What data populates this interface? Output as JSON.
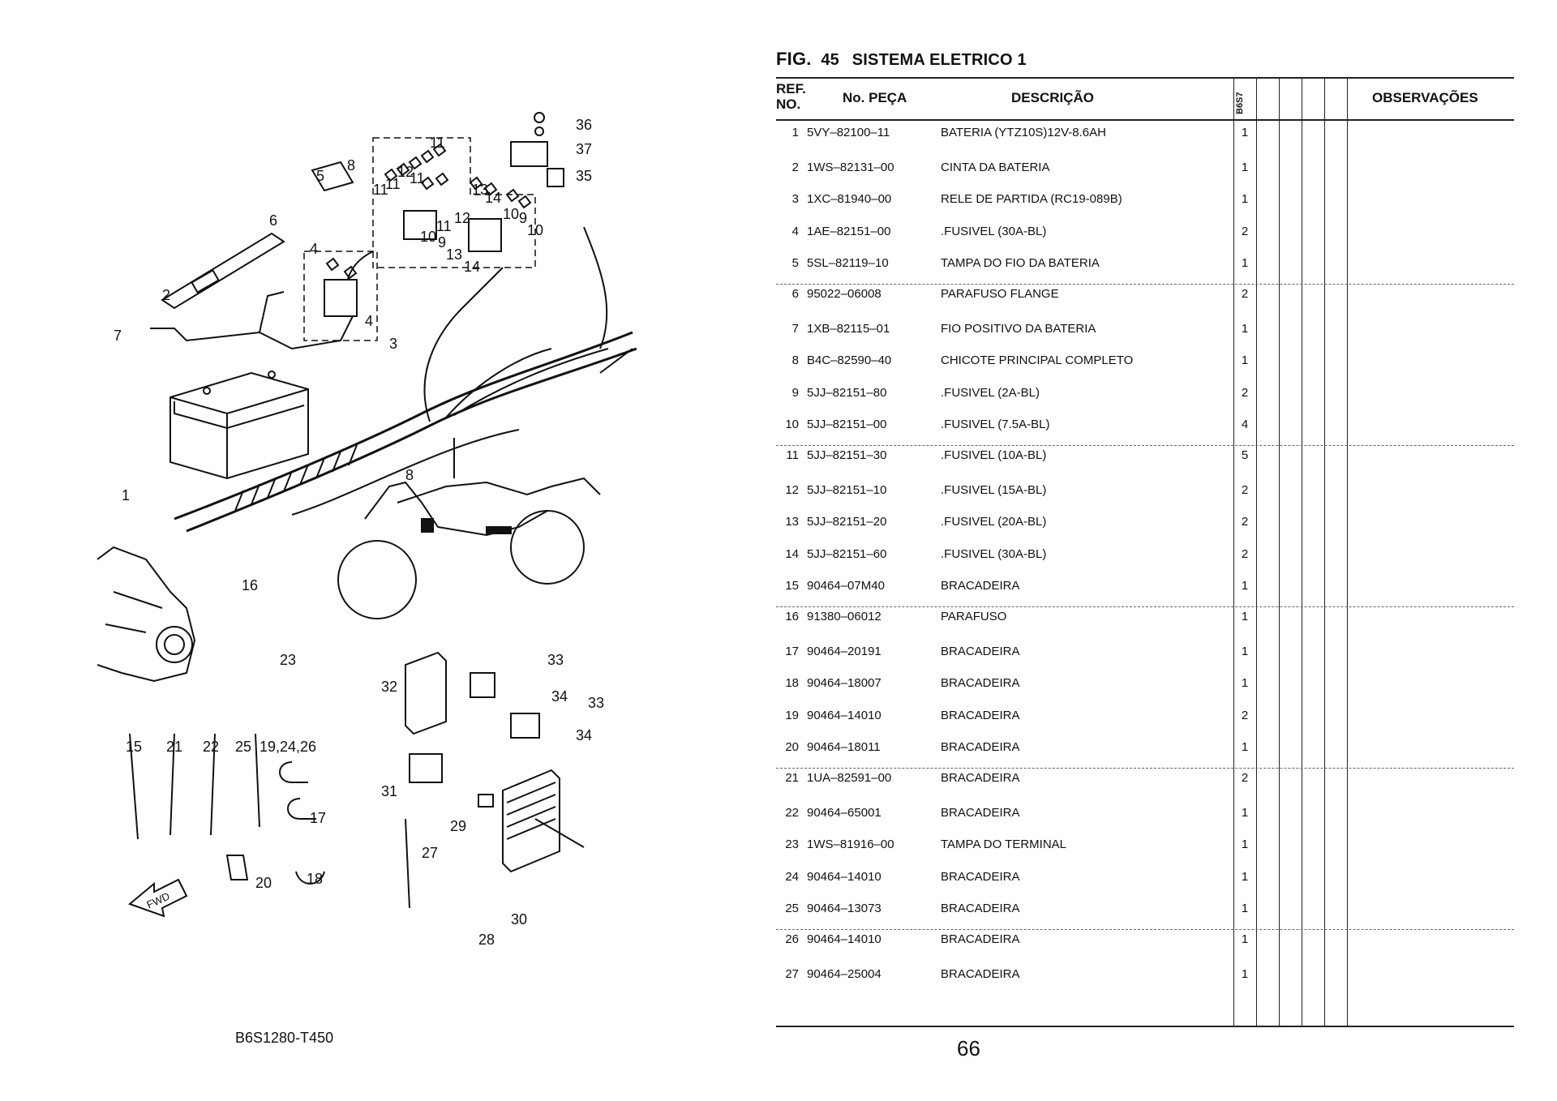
{
  "figure": {
    "label": "FIG.",
    "number": "45",
    "title": "SISTEMA ELETRICO 1"
  },
  "diagram": {
    "code": "B6S1280-T450",
    "fwd_label": "FWD",
    "callouts": [
      "1",
      "2",
      "3",
      "4",
      "4",
      "5",
      "6",
      "7",
      "8",
      "8",
      "9",
      "9",
      "10",
      "10",
      "10",
      "11",
      "11",
      "11",
      "11",
      "11",
      "12",
      "12",
      "13",
      "13",
      "14",
      "14",
      "15",
      "16",
      "17",
      "18",
      "19,24,26",
      "20",
      "21",
      "22",
      "23",
      "25",
      "27",
      "28",
      "29",
      "30",
      "31",
      "32",
      "33",
      "33",
      "34",
      "34",
      "35",
      "36",
      "37"
    ]
  },
  "table": {
    "headers": {
      "ref": "REF. NO.",
      "ref_line1": "REF.",
      "ref_line2": "NO.",
      "part": "No. PEÇA",
      "desc": "DESCRIÇÃO",
      "model": "B6S7",
      "obs": "OBSERVAÇÕES"
    },
    "rows": [
      {
        "ref": "1",
        "part": "5VY–82100–11",
        "desc": "BATERIA (YTZ10S)12V-8.6AH",
        "qty": "1"
      },
      {
        "ref": "2",
        "part": "1WS–82131–00",
        "desc": "CINTA DA BATERIA",
        "qty": "1"
      },
      {
        "ref": "3",
        "part": "1XC–81940–00",
        "desc": "RELE DE PARTIDA (RC19-089B)",
        "qty": "1"
      },
      {
        "ref": "4",
        "part": "1AE–82151–00",
        "desc": ".FUSIVEL (30A-BL)",
        "qty": "2"
      },
      {
        "ref": "5",
        "part": "5SL–82119–10",
        "desc": "TAMPA DO FIO DA BATERIA",
        "qty": "1"
      },
      {
        "ref": "6",
        "part": "95022–06008",
        "desc": "PARAFUSO FLANGE",
        "qty": "2"
      },
      {
        "ref": "7",
        "part": "1XB–82115–01",
        "desc": "FIO POSITIVO DA BATERIA",
        "qty": "1"
      },
      {
        "ref": "8",
        "part": "B4C–82590–40",
        "desc": "CHICOTE PRINCIPAL COMPLETO",
        "qty": "1"
      },
      {
        "ref": "9",
        "part": "5JJ–82151–80",
        "desc": ".FUSIVEL (2A-BL)",
        "qty": "2"
      },
      {
        "ref": "10",
        "part": "5JJ–82151–00",
        "desc": ".FUSIVEL (7.5A-BL)",
        "qty": "4"
      },
      {
        "ref": "11",
        "part": "5JJ–82151–30",
        "desc": ".FUSIVEL (10A-BL)",
        "qty": "5"
      },
      {
        "ref": "12",
        "part": "5JJ–82151–10",
        "desc": ".FUSIVEL (15A-BL)",
        "qty": "2"
      },
      {
        "ref": "13",
        "part": "5JJ–82151–20",
        "desc": ".FUSIVEL (20A-BL)",
        "qty": "2"
      },
      {
        "ref": "14",
        "part": "5JJ–82151–60",
        "desc": ".FUSIVEL (30A-BL)",
        "qty": "2"
      },
      {
        "ref": "15",
        "part": "90464–07M40",
        "desc": "BRACADEIRA",
        "qty": "1"
      },
      {
        "ref": "16",
        "part": "91380–06012",
        "desc": "PARAFUSO",
        "qty": "1"
      },
      {
        "ref": "17",
        "part": "90464–20191",
        "desc": "BRACADEIRA",
        "qty": "1"
      },
      {
        "ref": "18",
        "part": "90464–18007",
        "desc": "BRACADEIRA",
        "qty": "1"
      },
      {
        "ref": "19",
        "part": "90464–14010",
        "desc": "BRACADEIRA",
        "qty": "2"
      },
      {
        "ref": "20",
        "part": "90464–18011",
        "desc": "BRACADEIRA",
        "qty": "1"
      },
      {
        "ref": "21",
        "part": "1UA–82591–00",
        "desc": "BRACADEIRA",
        "qty": "2"
      },
      {
        "ref": "22",
        "part": "90464–65001",
        "desc": "BRACADEIRA",
        "qty": "1"
      },
      {
        "ref": "23",
        "part": "1WS–81916–00",
        "desc": "TAMPA DO TERMINAL",
        "qty": "1"
      },
      {
        "ref": "24",
        "part": "90464–14010",
        "desc": "BRACADEIRA",
        "qty": "1"
      },
      {
        "ref": "25",
        "part": "90464–13073",
        "desc": "BRACADEIRA",
        "qty": "1"
      },
      {
        "ref": "26",
        "part": "90464–14010",
        "desc": "BRACADEIRA",
        "qty": "1"
      },
      {
        "ref": "27",
        "part": "90464–25004",
        "desc": "BRACADEIRA",
        "qty": "1"
      }
    ]
  },
  "page_number": "66"
}
